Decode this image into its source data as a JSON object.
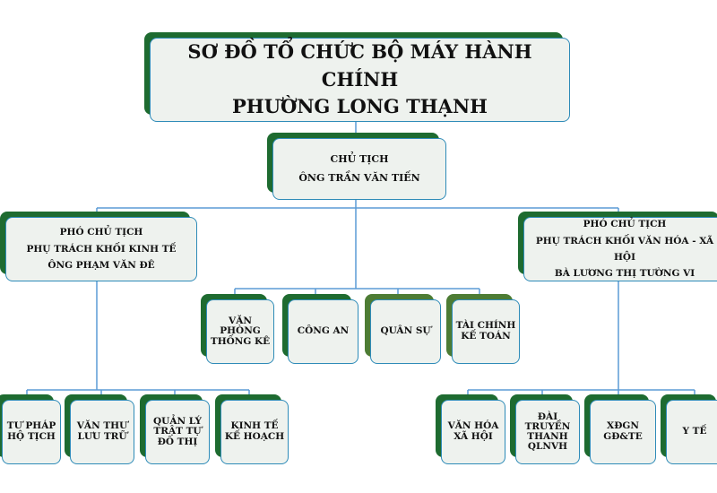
{
  "colors": {
    "dark_green": "#1e6b30",
    "olive_green": "#4d7c34",
    "face_fill": "#eef2ee",
    "border_blue": "#2e8bb8",
    "line_blue": "#5b9bd5"
  },
  "title": {
    "line1": "SƠ ĐỒ TỔ CHỨC BỘ MÁY HÀNH CHÍNH",
    "line2": "PHƯỜNG LONG THẠNH"
  },
  "chairman": {
    "role": "CHỦ TỊCH",
    "name": "ÔNG TRẦN VĂN TIẾN"
  },
  "vice_left": {
    "role": "PHÓ CHỦ TỊCH",
    "scope": "PHỤ TRÁCH KHỐI KINH TẾ",
    "name": "ÔNG PHẠM VĂN ĐÊ"
  },
  "vice_right": {
    "role": "PHÓ CHỦ TỊCH",
    "scope": "PHỤ TRÁCH KHỐI VĂN HÓA - XÃ HỘI",
    "name": "BÀ LƯƠNG THỊ TƯỜNG VI"
  },
  "middle_units": [
    {
      "lines": [
        "VĂN",
        "PHÒNG",
        "THỐNG KÊ"
      ]
    },
    {
      "lines": [
        "CÔNG AN"
      ]
    },
    {
      "lines": [
        "QUÂN SỰ"
      ]
    },
    {
      "lines": [
        "TÀI CHÍNH",
        "KẾ TOÁN"
      ]
    }
  ],
  "left_units": [
    {
      "lines": [
        "TƯ PHÁP",
        "HỘ TỊCH"
      ]
    },
    {
      "lines": [
        "VĂN THƯ",
        "LƯU TRỮ"
      ]
    },
    {
      "lines": [
        "QUẢN LÝ",
        "TRẬT TỰ",
        "ĐÔ THỊ"
      ]
    },
    {
      "lines": [
        "KINH TẾ",
        "KẾ HOẠCH"
      ]
    }
  ],
  "right_units": [
    {
      "lines": [
        "VĂN HÓA",
        "XÃ HỘI"
      ]
    },
    {
      "lines": [
        "ĐÀI",
        "TRUYỀN",
        "THANH",
        "QLNVH"
      ]
    },
    {
      "lines": [
        "XĐGN",
        "GĐ&TE"
      ]
    },
    {
      "lines": [
        "Y TẾ"
      ]
    }
  ]
}
